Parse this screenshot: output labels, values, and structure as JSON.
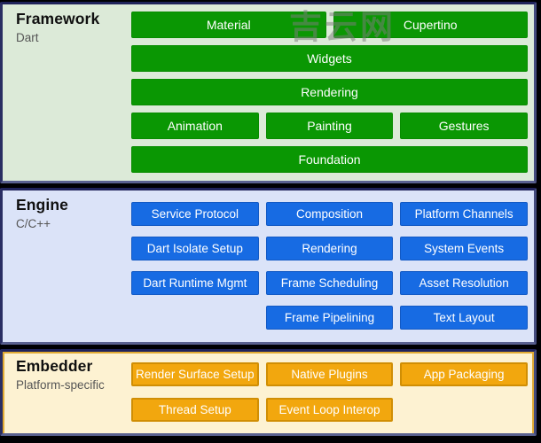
{
  "watermark": {
    "text": "吉云网"
  },
  "page": {
    "bg": "#000003",
    "frame_border_dark": "#20235b",
    "frame_border_light": "#5a6190"
  },
  "diagram": {
    "layers": [
      {
        "name": "framework",
        "title": "Framework",
        "subtitle": "Dart",
        "colors": {
          "panel_bg": "#dcead8",
          "block_bg": "#0a9703",
          "block_border": "#078c00",
          "block_border_width": "1px"
        },
        "rows": [
          [
            {
              "label": "Material",
              "span": 3
            },
            {
              "label": "Cupertino",
              "span": 3
            }
          ],
          [
            {
              "label": "Widgets",
              "span": 6
            }
          ],
          [
            {
              "label": "Rendering",
              "span": 6
            }
          ],
          [
            {
              "label": "Animation",
              "span": 2
            },
            {
              "label": "Painting",
              "span": 2
            },
            {
              "label": "Gestures",
              "span": 2
            }
          ],
          [
            {
              "label": "Foundation",
              "span": 6
            }
          ]
        ]
      },
      {
        "name": "engine",
        "title": "Engine",
        "subtitle": "C/C++",
        "colors": {
          "panel_bg": "#dbe3f8",
          "block_bg": "#176be3",
          "block_border": "#1259c4",
          "block_border_width": "1px"
        },
        "rows": [
          [
            {
              "label": "Service Protocol",
              "span": 2
            },
            {
              "label": "Composition",
              "span": 2
            },
            {
              "label": "Platform Channels",
              "span": 2
            }
          ],
          [
            {
              "label": "Dart Isolate Setup",
              "span": 2
            },
            {
              "label": "Rendering",
              "span": 2
            },
            {
              "label": "System Events",
              "span": 2
            }
          ],
          [
            {
              "label": "Dart Runtime Mgmt",
              "span": 2
            },
            {
              "label": "Frame Scheduling",
              "span": 2
            },
            {
              "label": "Asset Resolution",
              "span": 2
            }
          ],
          [
            {
              "label": "",
              "span": 2,
              "spacer": true
            },
            {
              "label": "Frame Pipelining",
              "span": 2
            },
            {
              "label": "Text Layout",
              "span": 2
            }
          ]
        ]
      },
      {
        "name": "embedder",
        "title": "Embedder",
        "subtitle": "Platform-specific",
        "colors": {
          "panel_bg": "#fdf2d2",
          "block_bg": "#f2a70e",
          "block_border": "#d08e04",
          "block_border_width": "2px"
        },
        "rows": [
          [
            {
              "label": "Render Surface Setup",
              "span": 2
            },
            {
              "label": "Native Plugins",
              "span": 2
            },
            {
              "label": "App Packaging",
              "span": 2
            }
          ],
          [
            {
              "label": "Thread Setup",
              "span": 2
            },
            {
              "label": "Event Loop Interop",
              "span": 2
            },
            {
              "label": "",
              "span": 2,
              "spacer": true
            }
          ]
        ]
      }
    ]
  }
}
